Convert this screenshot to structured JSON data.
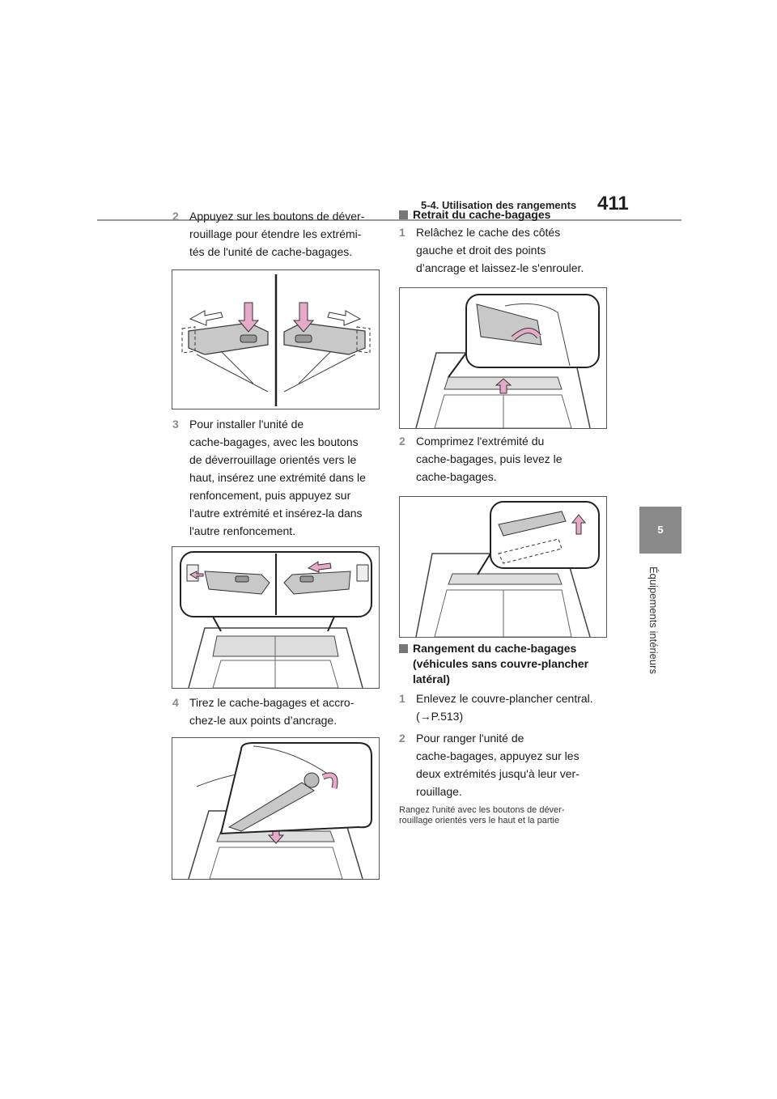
{
  "header": {
    "section": "5-4. Utilisation des rangements",
    "page_number": "411"
  },
  "side_tab": {
    "chapter_number": "5",
    "chapter_title": "Équipements intérieurs"
  },
  "left_column": {
    "step2": {
      "number": "2",
      "lines": [
        "Appuyez sur les boutons de déver-",
        "rouillage pour étendre les extrémi-",
        "tés de l'unité de cache-bagages."
      ]
    },
    "step3": {
      "number": "3",
      "lines": [
        "Pour installer l'unité de",
        "cache-bagages, avec les boutons",
        "de déverrouillage orientés vers le",
        "haut, insérez une extrémité dans le",
        "renfoncement, puis appuyez sur",
        "l'autre extrémité et insérez-la dans",
        "l'autre renfoncement."
      ]
    },
    "step4": {
      "number": "4",
      "lines": [
        "Tirez le cache-bagages et accro-",
        "chez-le aux points d’ancrage."
      ]
    }
  },
  "right_column": {
    "heading_retrait": "Retrait du cache-bagages",
    "r_step1": {
      "number": "1",
      "lines": [
        "Relâchez le cache des côtés",
        "gauche et droit des points",
        "d’ancrage et laissez-le s'enrouler."
      ]
    },
    "r_step2": {
      "number": "2",
      "lines": [
        "Comprimez l'extrémité du",
        "cache-bagages, puis levez le",
        "cache-bagages."
      ]
    },
    "heading_rangement": [
      "Rangement du cache-bagages",
      "(véhicules sans couvre-plancher",
      "latéral)"
    ],
    "s_step1": {
      "number": "1",
      "lines": [
        "Enlevez le couvre-plancher central.",
        "(→P.513)"
      ]
    },
    "s_step2": {
      "number": "2",
      "lines": [
        "Pour ranger l'unité de",
        "cache-bagages, appuyez sur les",
        "deux extrémités jusqu'à leur ver-",
        "rouillage."
      ]
    },
    "note": [
      "Rangez l'unité avec les boutons de déver-",
      "rouillage orientés vers le haut et la partie"
    ]
  },
  "colors": {
    "arrow_pink": "#e7a9c8",
    "arrow_stroke": "#333333",
    "tab_gray": "#8a8a8a",
    "part_gray": "#c8c8c8"
  }
}
